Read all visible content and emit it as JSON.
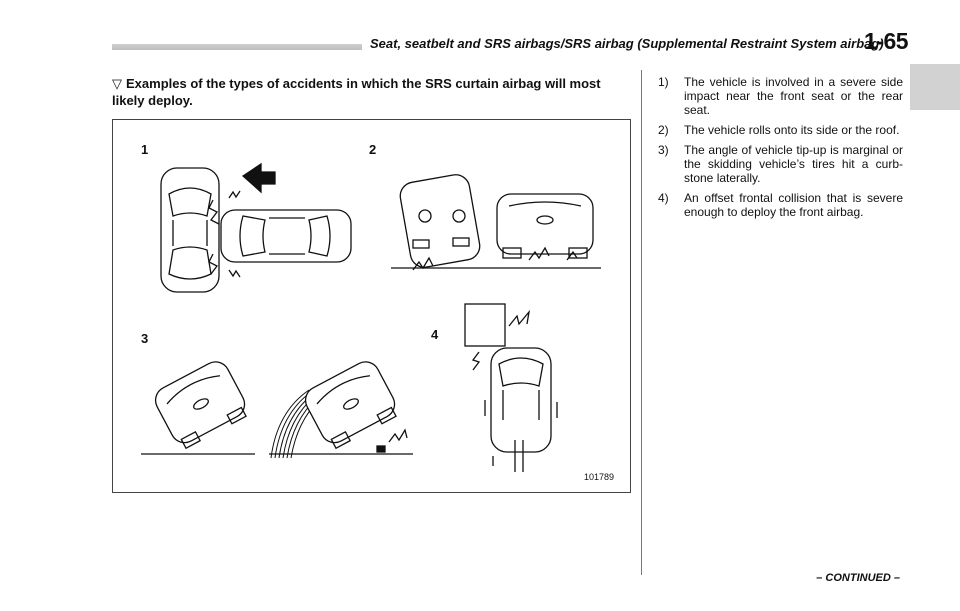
{
  "header": {
    "title": "Seat, seatbelt and SRS airbags/SRS airbag (Supplemental Restraint System airbag)",
    "page_number": "1-65"
  },
  "section": {
    "marker": "▽",
    "heading": "Examples of the types of accidents in which the SRS curtain airbag will most likely deploy."
  },
  "figure": {
    "labels": [
      "1",
      "2",
      "3",
      "4"
    ],
    "id": "101789"
  },
  "list": [
    {
      "num": "1)",
      "text": "The vehicle is involved in a severe side impact near the front seat or the rear seat."
    },
    {
      "num": "2)",
      "text": "The vehicle rolls onto its side or the roof."
    },
    {
      "num": "3)",
      "text": "The angle of vehicle tip-up is marginal or the skidding vehicle’s tires hit a curb-stone laterally."
    },
    {
      "num": "4)",
      "text": "An offset frontal collision that is severe enough to deploy the front airbag."
    }
  ],
  "footer": {
    "continued": "– CONTINUED –"
  }
}
